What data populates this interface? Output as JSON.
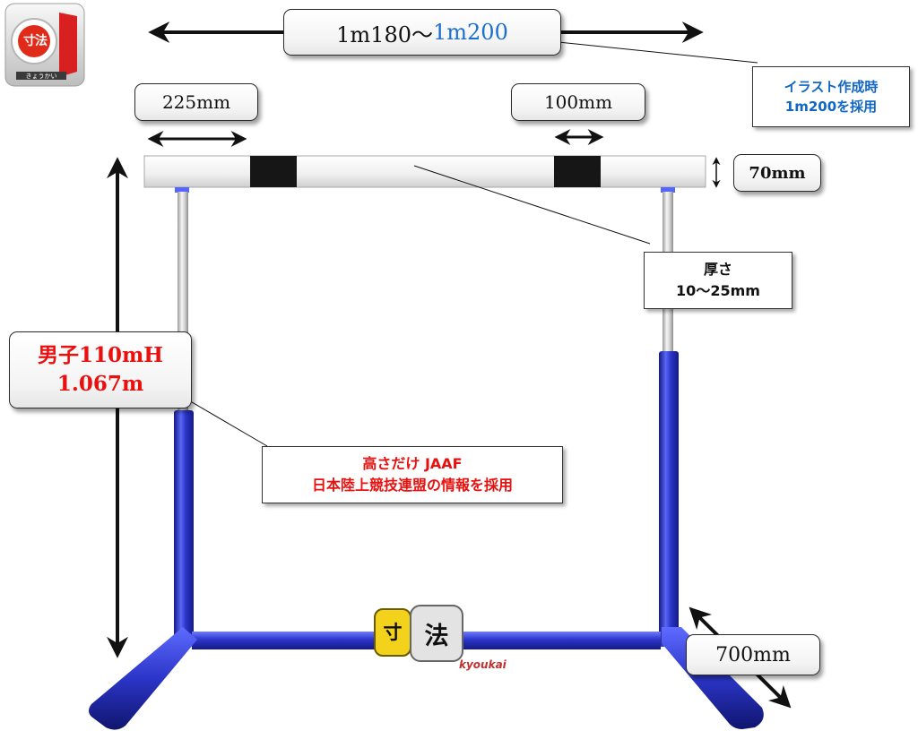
{
  "logo": {
    "kanji": "寸法",
    "sub": "きょうかい"
  },
  "labels": {
    "top_width_prefix": "1m180〜",
    "top_width_highlight": "1m200",
    "illustration_note": "イラスト作成時\n1m200を採用",
    "bar_left_gap": "225mm",
    "bar_band_width": "100mm",
    "bar_height": "70mm",
    "thickness": "厚さ\n10〜25mm",
    "hurdle_name": "男子110mH",
    "hurdle_height": "1.067m",
    "source_note": "高さだけ JAAF\n日本陸上競技連盟の情報を採用",
    "base_depth": "700mm"
  },
  "watermark": {
    "kanji_1": "寸",
    "kanji_2": "法",
    "text": "kyoukai"
  },
  "colors": {
    "frame_blue": "#2b35c8",
    "frame_blue_dark": "#141a86",
    "frame_blue_light": "#6f7bff",
    "accent_blue": "#1a6fd0",
    "note_blue": "#1066c4",
    "red": "#e8110f",
    "bar_white": "#f3f3f3",
    "band_black": "#161616",
    "post_silver": "#d9d9d9"
  }
}
